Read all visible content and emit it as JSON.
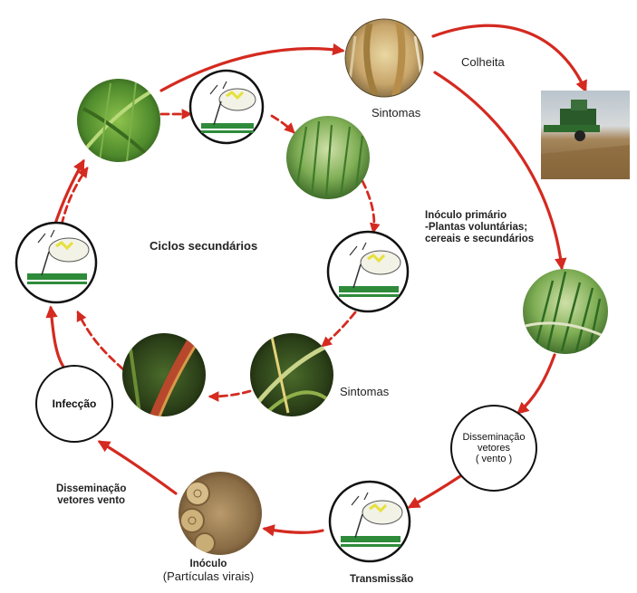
{
  "labels": {
    "colheita": "Colheita",
    "sintomas_top": "Sintomas",
    "inoculo_primario": "Inóculo primário",
    "plantas_line": "-Plantas voluntárias;",
    "cereais_line": "cereais e secundários",
    "ciclos_secundarios": "Ciclos secundários",
    "sintomas_mid": "Sintomas",
    "infeccao": "Infecção",
    "disseminacao_vetores_line1": "Disseminação",
    "disseminacao_vetores_line2": "vetores",
    "disseminacao_vetores_line3": "( vento )",
    "disseminacao_vento_line1": "Disseminação",
    "disseminacao_vento_line2": "vetores vento",
    "inoculo": "Inóculo",
    "particulas_virais": "(Partículas virais)",
    "transmissao": "Transmissão"
  },
  "colors": {
    "arrow": "#d42a20",
    "ring": "#111111",
    "leaf_green": "#2e8b3a",
    "insect_yellow": "#e6e03a"
  }
}
